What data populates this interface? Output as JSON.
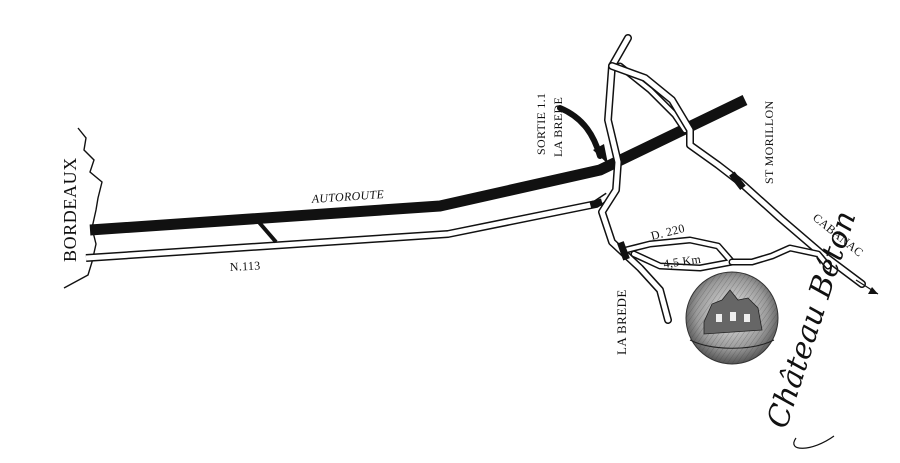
{
  "labels": {
    "city": "BORDEAUX",
    "motorway": "AUTOROUTE",
    "national_road": "N.113",
    "exit_line1": "SORTIE 1.1",
    "exit_line2": "LA BREDE",
    "village_north": "ST MORILLON",
    "village_south": "LA BREDE",
    "direction": "CABANAC",
    "departmental_road": "D. 220",
    "distance": "4,5 Km"
  },
  "logo": {
    "text": "Château Béton"
  },
  "colors": {
    "ink": "#111111",
    "background": "#ffffff"
  }
}
